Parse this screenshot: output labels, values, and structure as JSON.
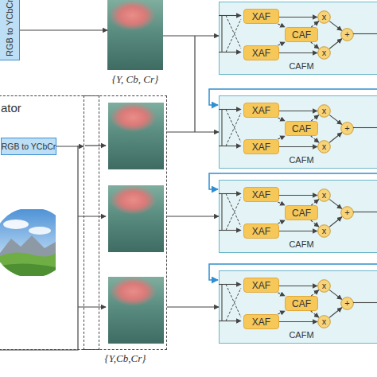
{
  "diagram": {
    "nodes": [
      {
        "text": [
          "RGB to YCbCr"
        ]
      },
      {
        "text": [
          "{Y, Cb, Cr}"
        ]
      },
      {
        "text": [
          "CAFM"
        ]
      },
      {
        "text": [
          "XAF"
        ],
        "in": 2
      },
      {
        "text": [
          "XAF"
        ],
        "in": 2
      },
      {
        "text": [
          "CAF"
        ],
        "in": 2
      },
      {
        "text": [
          "x"
        ],
        "in": 2
      },
      {
        "text": [
          "x"
        ],
        "in": 2
      },
      {
        "text": [
          "+"
        ],
        "in": 2
      },
      {
        "text": [
          "ator"
        ]
      },
      {
        "text": [
          "RGB to YCbCr"
        ],
        "in": 9
      },
      {
        "text": [
          "{Y,Cb,Cr}"
        ]
      },
      {
        "text": [
          "CAFM"
        ]
      },
      {
        "text": [
          "XAF"
        ],
        "in": 12
      },
      {
        "text": [
          "XAF"
        ],
        "in": 12
      },
      {
        "text": [
          "CAF"
        ],
        "in": 12
      },
      {
        "text": [
          "x"
        ],
        "in": 12
      },
      {
        "text": [
          "x"
        ],
        "in": 12
      },
      {
        "text": [
          "+"
        ],
        "in": 12
      },
      {
        "text": [
          "CAFM"
        ]
      },
      {
        "text": [
          "XAF"
        ],
        "in": 19
      },
      {
        "text": [
          "XAF"
        ],
        "in": 19
      },
      {
        "text": [
          "CAF"
        ],
        "in": 19
      },
      {
        "text": [
          "x"
        ],
        "in": 19
      },
      {
        "text": [
          "x"
        ],
        "in": 19
      },
      {
        "text": [
          "+"
        ],
        "in": 19
      },
      {
        "text": [
          "CAFM"
        ]
      },
      {
        "text": [
          "XAF"
        ],
        "in": 26
      },
      {
        "text": [
          "XAF"
        ],
        "in": 26
      },
      {
        "text": [
          "CAF"
        ],
        "in": 26
      },
      {
        "text": [
          "x"
        ],
        "in": 26
      },
      {
        "text": [
          "x"
        ],
        "in": 26
      },
      {
        "text": [
          "+"
        ],
        "in": 26
      }
    ],
    "edges": [
      {
        "from": 0,
        "to": 1,
        "arrow": "to"
      },
      {
        "from": 1,
        "to": 2,
        "arrow": "to"
      },
      {
        "from": 10,
        "to": 11,
        "arrow": "to"
      },
      {
        "from": 11,
        "to": 12,
        "arrow": "to"
      },
      {
        "from": 11,
        "to": 19,
        "arrow": "to"
      },
      {
        "from": 11,
        "to": 26,
        "arrow": "to"
      },
      {
        "from": 3,
        "to": 6,
        "arrow": "to"
      },
      {
        "from": 4,
        "to": 7,
        "arrow": "to"
      },
      {
        "from": 3,
        "to": 5,
        "arrow": "to"
      },
      {
        "from": 4,
        "to": 5,
        "arrow": "to"
      },
      {
        "from": 5,
        "to": 6,
        "arrow": "to"
      },
      {
        "from": 5,
        "to": 7,
        "arrow": "to"
      },
      {
        "from": 6,
        "to": 8,
        "arrow": "to"
      },
      {
        "from": 7,
        "to": 8,
        "arrow": "to"
      },
      {
        "from": 13,
        "to": 16,
        "arrow": "to"
      },
      {
        "from": 14,
        "to": 17,
        "arrow": "to"
      },
      {
        "from": 13,
        "to": 15,
        "arrow": "to"
      },
      {
        "from": 14,
        "to": 15,
        "arrow": "to"
      },
      {
        "from": 15,
        "to": 16,
        "arrow": "to"
      },
      {
        "from": 15,
        "to": 17,
        "arrow": "to"
      },
      {
        "from": 16,
        "to": 18,
        "arrow": "to"
      },
      {
        "from": 17,
        "to": 18,
        "arrow": "to"
      },
      {
        "from": 20,
        "to": 23,
        "arrow": "to"
      },
      {
        "from": 21,
        "to": 24,
        "arrow": "to"
      },
      {
        "from": 20,
        "to": 22,
        "arrow": "to"
      },
      {
        "from": 21,
        "to": 22,
        "arrow": "to"
      },
      {
        "from": 22,
        "to": 23,
        "arrow": "to"
      },
      {
        "from": 22,
        "to": 24,
        "arrow": "to"
      },
      {
        "from": 23,
        "to": 25,
        "arrow": "to"
      },
      {
        "from": 24,
        "to": 25,
        "arrow": "to"
      },
      {
        "from": 27,
        "to": 30,
        "arrow": "to"
      },
      {
        "from": 28,
        "to": 31,
        "arrow": "to"
      },
      {
        "from": 27,
        "to": 29,
        "arrow": "to"
      },
      {
        "from": 28,
        "to": 29,
        "arrow": "to"
      },
      {
        "from": 29,
        "to": 30,
        "arrow": "to"
      },
      {
        "from": 29,
        "to": 31,
        "arrow": "to"
      },
      {
        "from": 30,
        "to": 32,
        "arrow": "to"
      },
      {
        "from": 31,
        "to": 32,
        "arrow": "to"
      }
    ]
  }
}
